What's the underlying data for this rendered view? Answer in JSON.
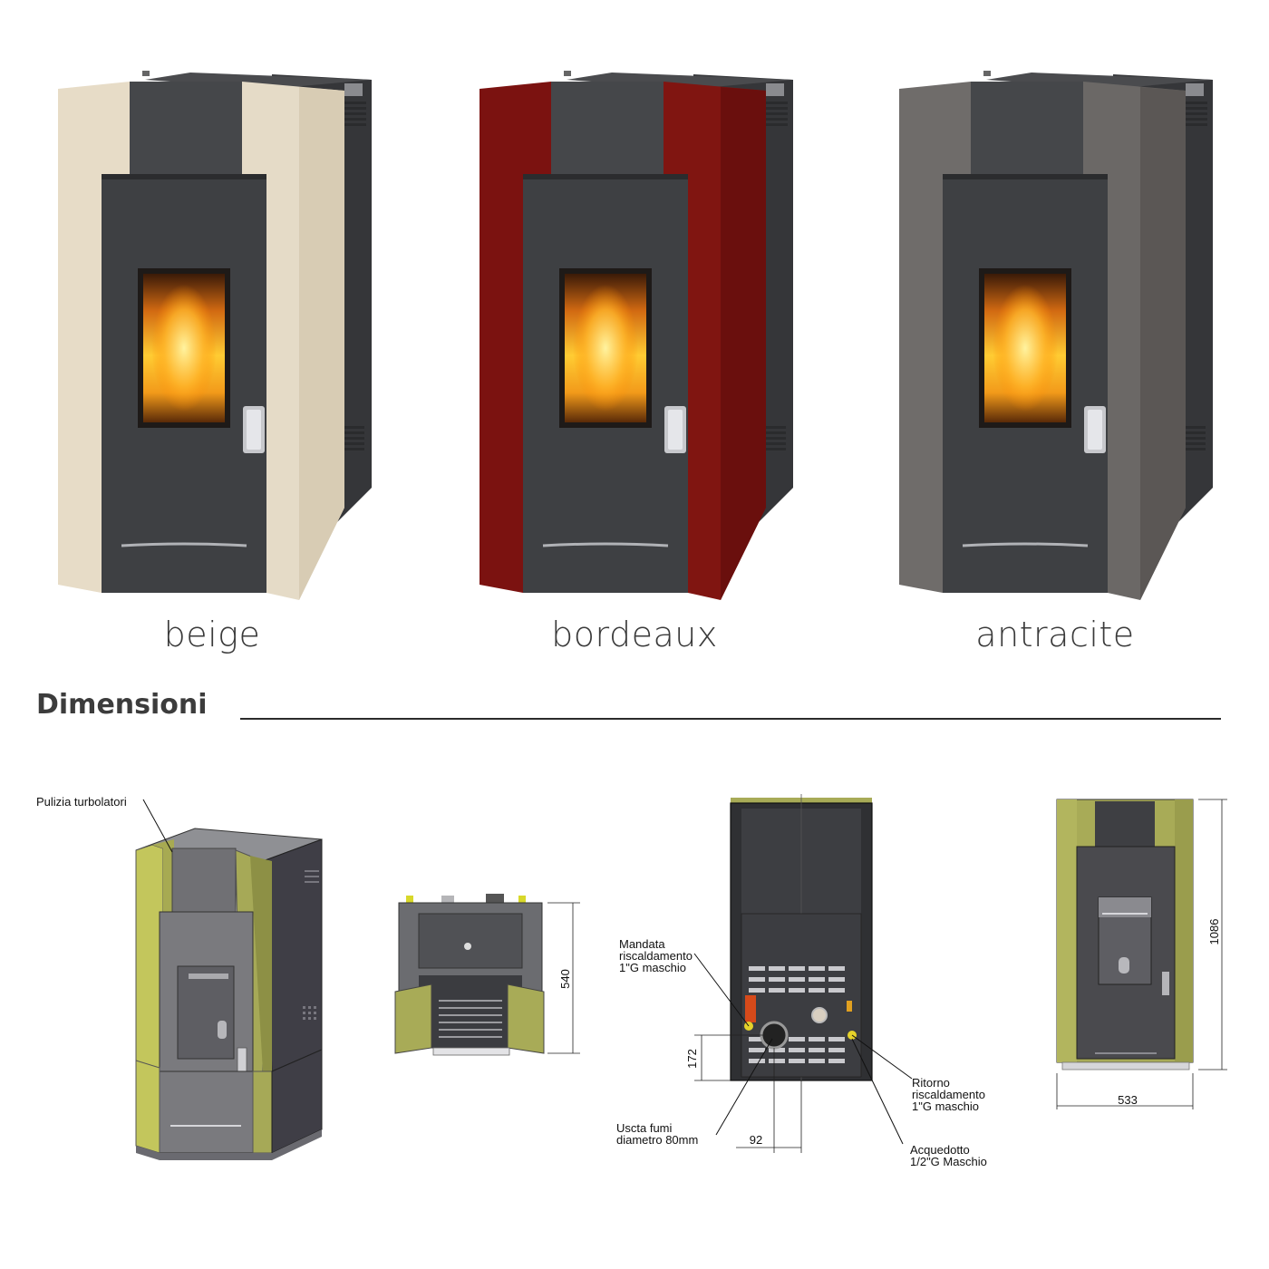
{
  "variants": [
    {
      "name": "beige",
      "color": "#e7dcc7"
    },
    {
      "name": "bordeaux",
      "color": "#7b1210"
    },
    {
      "name": "antracite",
      "color": "#6b6866"
    }
  ],
  "section": {
    "title": "Dimensioni"
  },
  "drawings": {
    "isometric_label": "Pulizia turbolatori",
    "top_view_dim": "540",
    "rear": {
      "mandata": [
        "Mandata",
        "riscaldamento",
        "1\"G maschio"
      ],
      "ritorno": [
        "Ritorno",
        "riscaldamento",
        "1\"G maschio"
      ],
      "uscita": [
        "Uscta fumi",
        "diametro 80mm"
      ],
      "acquedotto": [
        "Acquedotto",
        "1/2\"G Maschio"
      ],
      "dim_height": "172",
      "dim_offset": "92"
    },
    "front": {
      "height": "1086",
      "width": "533"
    }
  },
  "colors": {
    "stove_body": "#3d3e40",
    "stove_side": "#55575a",
    "drawing_accent": "#a8ab57",
    "drawing_body": "#4a4a4e"
  }
}
